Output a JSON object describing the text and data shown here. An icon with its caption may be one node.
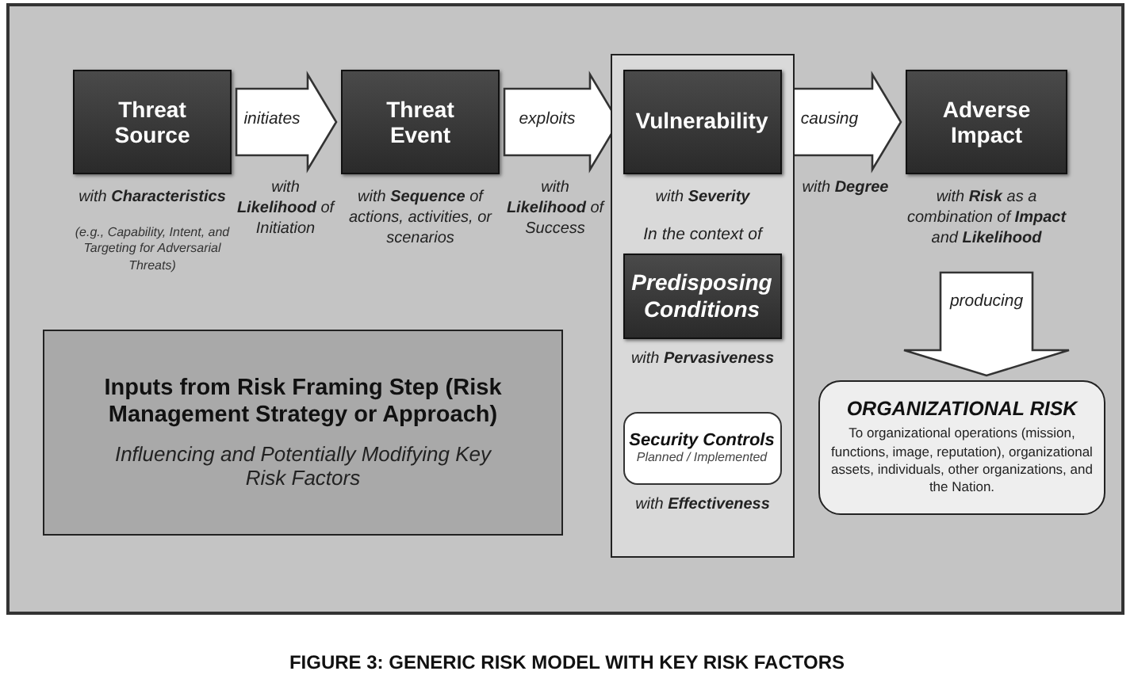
{
  "diagram": {
    "caption": "FIGURE 3: GENERIC RISK MODEL WITH KEY RISK FACTORS",
    "nodes": [
      {
        "text": [
          "Threat Source"
        ],
        "beside": [
          "with **Characteristics**",
          "(e.g., Capability, Intent, and Targeting for Adversarial Threats)"
        ]
      },
      {
        "text": [
          "Threat Event"
        ],
        "beside": [
          "with **Sequence** of actions, activities, or scenarios"
        ]
      },
      {
        "text": [
          "In the context of"
        ]
      },
      {
        "text": [
          "Vulnerability"
        ],
        "in": 2,
        "beside": [
          "with **Severity**"
        ]
      },
      {
        "text": [
          "Predisposing Conditions"
        ],
        "in": 2,
        "beside": [
          "with **Pervasiveness**"
        ]
      },
      {
        "text": [
          "Security Controls",
          "Planned / Implemented"
        ],
        "in": 2,
        "beside": [
          "with **Effectiveness**"
        ]
      },
      {
        "text": [
          "Adverse Impact"
        ],
        "beside": [
          "with **Risk** as a combination of **Impact** and **Likelihood**"
        ]
      },
      {
        "text": [
          "Inputs from Risk Framing Step (Risk Management Strategy or Approach)",
          "Influencing and Potentially Modifying Key Risk Factors"
        ]
      },
      {
        "text": [
          "ORGANIZATIONAL RISK",
          "To organizational operations (mission, functions, image, reputation), organizational assets, individuals, other organizations, and the Nation."
        ]
      }
    ],
    "edges": [
      {
        "from": 0,
        "to": 1,
        "arrow": "to",
        "label": "initiates"
      },
      {
        "from": 1,
        "to": 3,
        "arrow": "to",
        "label": "exploits"
      },
      {
        "from": 3,
        "to": 6,
        "arrow": "to",
        "label": "causing"
      },
      {
        "from": 6,
        "to": 8,
        "arrow": "to",
        "label": "producing"
      }
    ],
    "labels": [
      "with **Likelihood** of Initiation",
      "with **Likelihood** of Success",
      "with **Degree**"
    ]
  }
}
